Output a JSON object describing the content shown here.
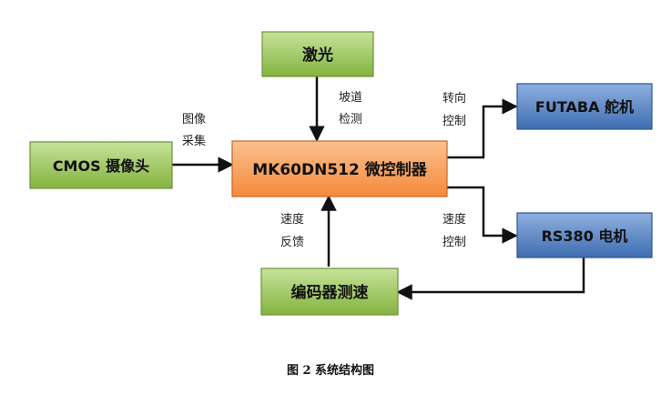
{
  "nodes": {
    "laser": {
      "label": "激光",
      "color": "#8dbb4a"
    },
    "cmos": {
      "label": "CMOS 摄像头",
      "color": "#8dbb4a"
    },
    "mcu": {
      "label": "MK60DN512 微控制器",
      "color": "#f79646"
    },
    "servo": {
      "label": "FUTABA 舵机",
      "color": "#4f81bd"
    },
    "motor": {
      "label": "RS380 电机",
      "color": "#4f81bd"
    },
    "encoder": {
      "label": "编码器测速",
      "color": "#8dbb4a"
    }
  },
  "edges": {
    "laser_to_mcu": {
      "line1": "坡道",
      "line2": "检测"
    },
    "cmos_to_mcu": {
      "line1": "图像",
      "line2": "采集"
    },
    "mcu_to_servo": {
      "line1": "转向",
      "line2": "控制"
    },
    "mcu_to_motor": {
      "line1": "速度",
      "line2": "控制"
    },
    "encoder_to_mcu": {
      "line1": "速度",
      "line2": "反馈"
    },
    "motor_to_encoder": {}
  },
  "caption": "图 2  系统结构图"
}
